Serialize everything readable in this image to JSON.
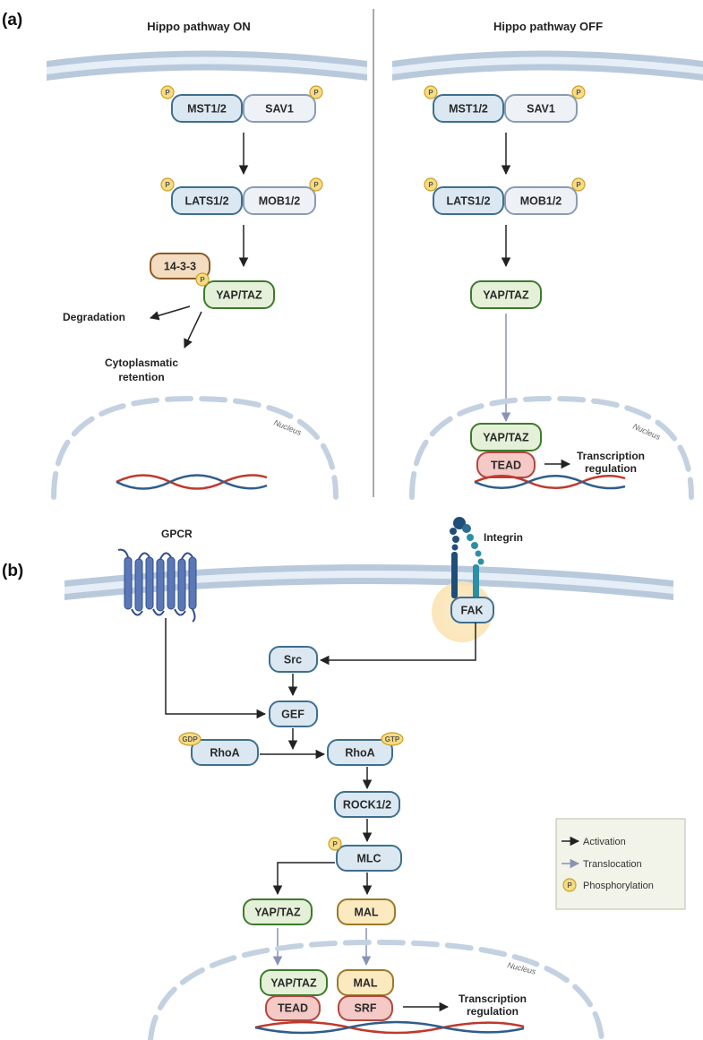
{
  "panel_a": {
    "label": "(a)",
    "on": {
      "title": "Hippo pathway ON",
      "mst": "MST1/2",
      "sav": "SAV1",
      "lats": "LATS1/2",
      "mob": "MOB1/2",
      "p1433": "14-3-3",
      "yap": "YAP/TAZ",
      "degradation": "Degradation",
      "retention_1": "Cytoplasmatic",
      "retention_2": "retention",
      "nucleus": "Nucleus"
    },
    "off": {
      "title": "Hippo pathway OFF",
      "mst": "MST1/2",
      "sav": "SAV1",
      "lats": "LATS1/2",
      "mob": "MOB1/2",
      "yap": "YAP/TAZ",
      "yap_nuc": "YAP/TAZ",
      "tead": "TEAD",
      "transcription_1": "Transcription",
      "transcription_2": "regulation",
      "nucleus": "Nucleus"
    },
    "p": "P"
  },
  "panel_b": {
    "label": "(b)",
    "gpcr": "GPCR",
    "integrin": "Integrin",
    "fak": "FAK",
    "src": "Src",
    "gef": "GEF",
    "rhoa_gdp": "RhoA",
    "gdp": "GDP",
    "rhoa_gtp": "RhoA",
    "gtp": "GTP",
    "rock": "ROCK1/2",
    "mlc": "MLC",
    "yap": "YAP/TAZ",
    "mal": "MAL",
    "yap_nuc": "YAP/TAZ",
    "tead": "TEAD",
    "mal_nuc": "MAL",
    "srf": "SRF",
    "transcription_1": "Transcription",
    "transcription_2": "regulation",
    "nucleus": "Nucleus",
    "p": "P"
  },
  "legend": {
    "activation": "Activation",
    "translocation": "Translocation",
    "phosphorylation": "Phosphorylation",
    "p": "P"
  },
  "colors": {
    "membrane": "#b9c9dc",
    "blue_box_fill": "#dbe8f2",
    "blue_box_stroke": "#3f6f8e",
    "white_box_fill": "#eef2f7",
    "white_box_stroke": "#8a9bb3",
    "green_fill": "#e5f0d8",
    "green_stroke": "#3d7a2e",
    "tan_fill": "#f4dcc0",
    "tan_stroke": "#8a5a2b",
    "red_fill": "#f4c9c6",
    "red_stroke": "#b04840",
    "yellow_fill": "#fbe9bf",
    "yellow_stroke": "#9a7a2a",
    "phospho_fill": "#f7dc83",
    "phospho_stroke": "#c9a227",
    "arrow_dark": "#222222",
    "arrow_light": "#8893b5"
  }
}
